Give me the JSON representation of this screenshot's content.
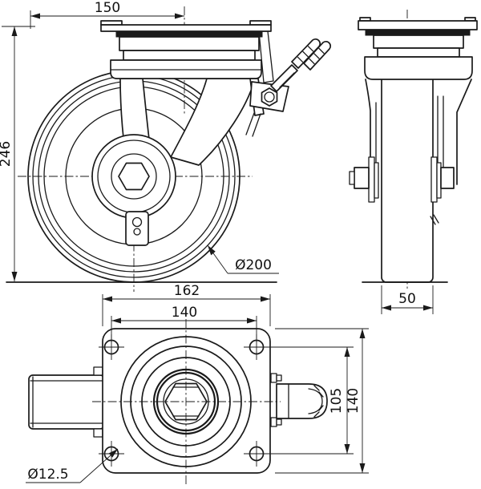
{
  "drawing": {
    "type": "engineering-drawing",
    "subject": "swivel-caster-with-brake",
    "colors": {
      "line": "#1a1a1a",
      "background": "#ffffff"
    },
    "dimensions": {
      "swivel_radius": "150",
      "overall_height": "246",
      "wheel_diameter": "Ø200",
      "wheel_width": "50",
      "plate_width": "162",
      "bolt_spacing_width": "140",
      "bolt_spacing_depth": "105",
      "plate_depth": "140",
      "bolt_hole_diameter": "Ø12.5"
    }
  }
}
